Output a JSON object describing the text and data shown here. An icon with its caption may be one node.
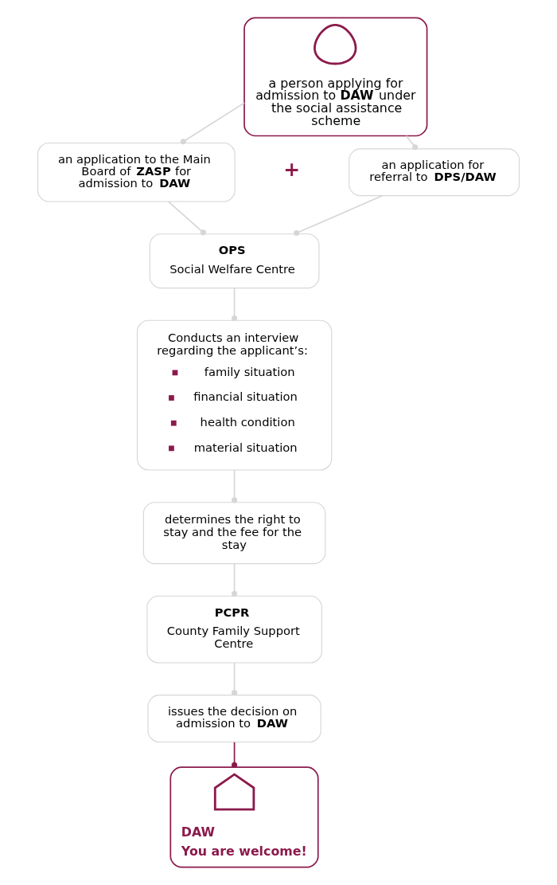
{
  "diagram": {
    "nodes": [
      {
        "text": [
          "a person applying for admission to **DAW** under the social assistance scheme"
        ]
      },
      {
        "text": [],
        "shape": "person",
        "in": 0
      },
      {
        "text": [
          "an application to the Main Board of **ZASP** for admission to **DAW**"
        ]
      },
      {
        "text": [
          "an application for referral to **DPS/DAW**"
        ]
      },
      {
        "text": [
          "**OPS**",
          "Social Welfare Centre"
        ]
      },
      {
        "text": [
          "Conducts an interview regarding the applicant’s:",
          "family situation",
          "financial situation",
          "health condition",
          "material situation"
        ]
      },
      {
        "text": [
          "determines the right to stay and the fee for the stay"
        ]
      },
      {
        "text": [
          "**PCPR**",
          "County Family Support Centre"
        ]
      },
      {
        "text": [
          "issues the decision on admission to **DAW**"
        ]
      },
      {
        "text": [
          "DAW",
          "You are welcome!"
        ]
      },
      {
        "text": [],
        "shape": "picture",
        "in": 9
      }
    ],
    "edges": [
      {
        "from": 0,
        "to": 2,
        "arrow": "other"
      },
      {
        "from": 0,
        "to": 3,
        "arrow": "other"
      },
      {
        "from": 2,
        "to": 4,
        "arrow": "other"
      },
      {
        "from": 3,
        "to": 4,
        "arrow": "other"
      },
      {
        "from": 4,
        "to": 5,
        "arrow": "other"
      },
      {
        "from": 5,
        "to": 6,
        "arrow": "other"
      },
      {
        "from": 6,
        "to": 7,
        "arrow": "other"
      },
      {
        "from": 7,
        "to": 8,
        "arrow": "other"
      },
      {
        "from": 8,
        "to": 9,
        "arrow": "other",
        "color": "#8b1a4b"
      }
    ],
    "labels": [
      "+"
    ]
  }
}
